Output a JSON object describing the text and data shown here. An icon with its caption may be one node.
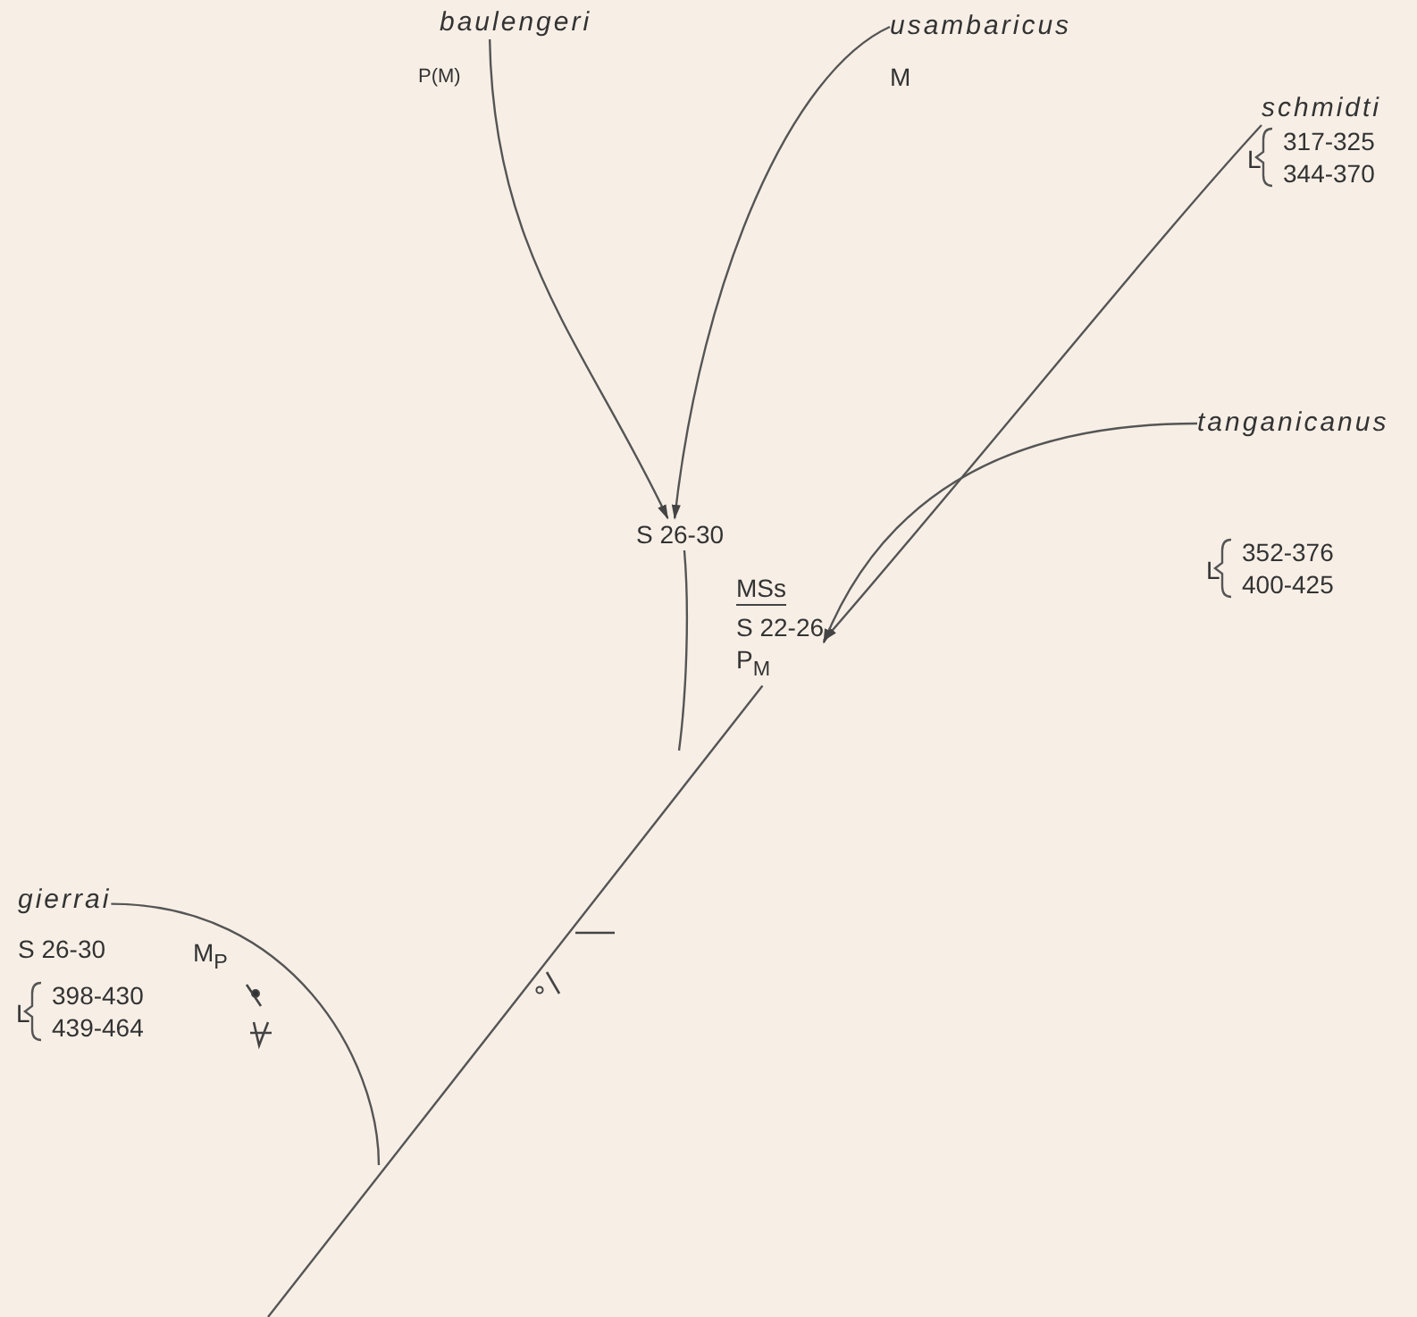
{
  "diagram": {
    "nodes": [
      {
        "text": [
          "baulengeri"
        ],
        "beside": [
          "P(M)"
        ]
      },
      {
        "text": [
          "usambaricus"
        ],
        "beside": [
          "M"
        ]
      },
      {
        "text": [
          "schmidti"
        ],
        "beside": [
          "L",
          "317-325",
          "344-370"
        ]
      },
      {
        "text": [
          "tanganicanus"
        ],
        "beside": [
          "L",
          "352-376",
          "400-425"
        ]
      },
      {
        "text": [
          "S 26-30"
        ]
      },
      {
        "text": [
          "MSs",
          "S 22-26",
          "P$_{M}$"
        ]
      },
      {
        "text": [
          "gierrai"
        ],
        "beside": [
          "S 26-30",
          "M$_{P}$",
          "L",
          "398-430",
          "439-464"
        ]
      }
    ],
    "edges": [
      {
        "from": 0,
        "to": 4,
        "arrow": "to"
      },
      {
        "from": 1,
        "to": 4,
        "arrow": "to"
      },
      {
        "from": 2,
        "to": 5,
        "arrow": "to"
      },
      {
        "from": 3,
        "to": 5,
        "arrow": "to"
      },
      {
        "from": 4,
        "to": null,
        "arrow": "none"
      },
      {
        "from": 5,
        "to": null,
        "arrow": "none"
      },
      {
        "from": 6,
        "to": null,
        "arrow": "none"
      }
    ]
  }
}
